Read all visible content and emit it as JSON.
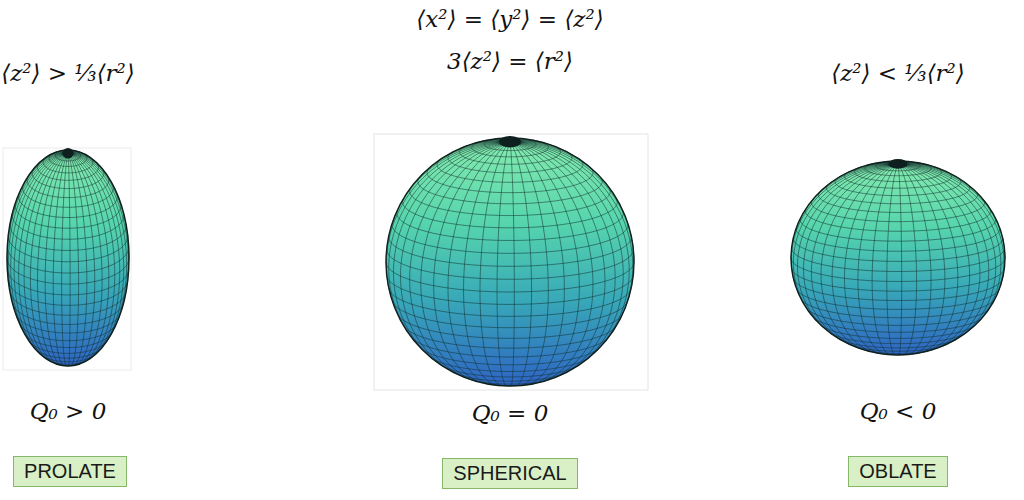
{
  "diagram": {
    "nodes": [
      {
        "text": [
          "PROLATE"
        ]
      },
      {
        "text": [
          "SPHERICAL"
        ]
      },
      {
        "text": [
          "OBLATE"
        ]
      }
    ],
    "labels": [
      "⟨z²⟩ > ⅓⟨r²⟩",
      "⟨x²⟩ = ⟨y²⟩ = ⟨z²⟩",
      "3⟨z²⟩ = ⟨r²⟩",
      "⟨z²⟩ < ⅓⟨r²⟩",
      "Q₀ > 0",
      "Q₀ = 0",
      "Q₀ < 0"
    ]
  }
}
